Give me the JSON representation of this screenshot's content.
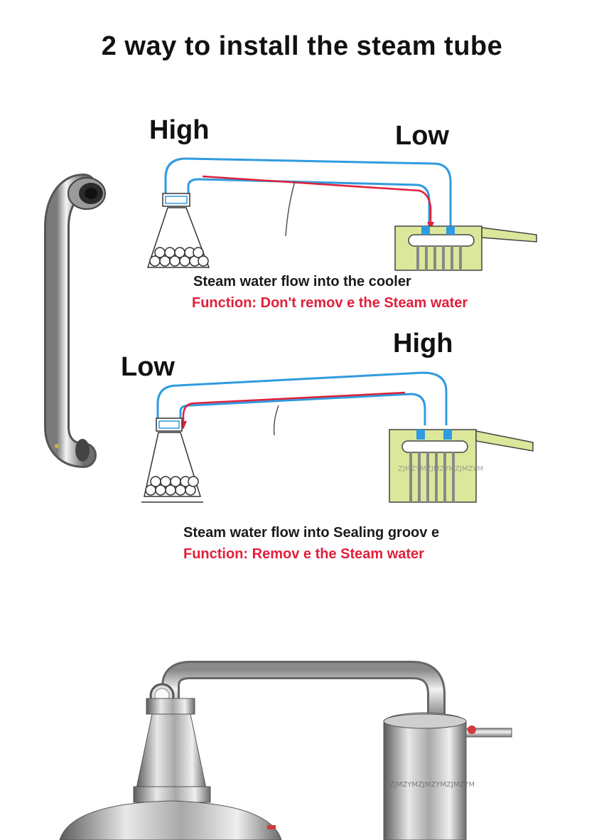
{
  "title": "2 way to install the steam tube",
  "diagram_1": {
    "left_label": "High",
    "right_label": "Low",
    "caption": "Steam water flow into the cooler",
    "function": "Function:  Don't remov e the Steam water"
  },
  "diagram_2": {
    "left_label": "Low",
    "right_label": "High",
    "caption": "Steam water flow into Sealing groov e",
    "function": "Function: Remov e the Steam water"
  },
  "watermark": "ZJMZYMZJMZYMZJMZYM",
  "colors": {
    "pipe_blue": "#2f9be0",
    "flow_red": "#e0203a",
    "cooler_green": "#dbe79a",
    "text_red": "#e0203a"
  }
}
